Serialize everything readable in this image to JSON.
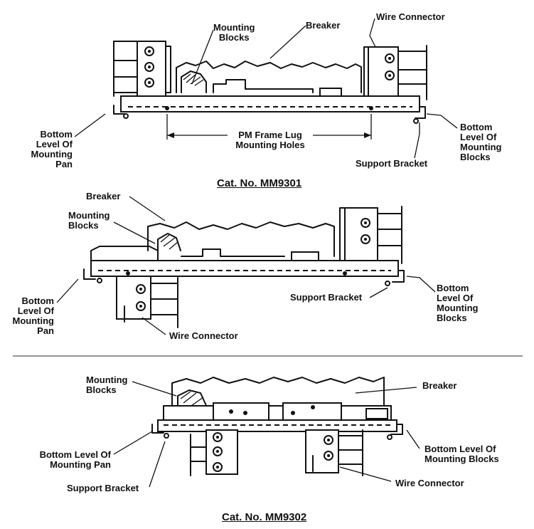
{
  "diagram1": {
    "labels": {
      "mounting_blocks": "Mounting\nBlocks",
      "breaker": "Breaker",
      "wire_connector": "Wire Connector",
      "bottom_level_pan": "Bottom\nLevel Of\nMounting\nPan",
      "pm_frame": "PM Frame Lug\nMounting Holes",
      "support_bracket": "Support Bracket",
      "bottom_level_blocks": "Bottom\nLevel Of\nMounting\nBlocks"
    },
    "caption": "Cat. No. MM9301"
  },
  "diagram2": {
    "labels": {
      "breaker": "Breaker",
      "mounting_blocks": "Mounting\nBlocks",
      "bottom_level_pan": "Bottom\nLevel Of\nMounting\nPan",
      "support_bracket": "Support Bracket",
      "bottom_level_blocks": "Bottom\nLevel Of\nMounting\nBlocks",
      "wire_connector": "Wire Connector"
    }
  },
  "diagram3": {
    "labels": {
      "mounting_blocks": "Mounting\nBlocks",
      "breaker": "Breaker",
      "bottom_level_pan": "Bottom Level Of\nMounting Pan",
      "bottom_level_blocks": "Bottom Level Of\nMounting Blocks",
      "support_bracket": "Support Bracket",
      "wire_connector": "Wire Connector"
    },
    "caption": "Cat. No. MM9302"
  }
}
